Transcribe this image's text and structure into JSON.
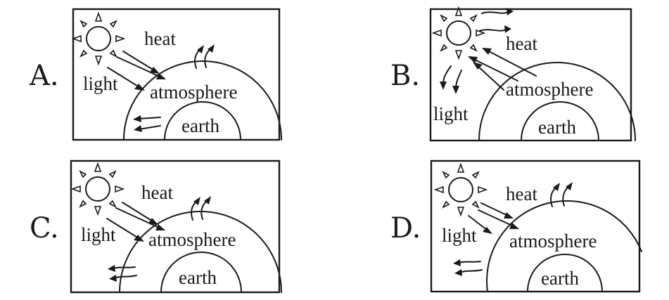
{
  "options": [
    {
      "letter": "A.",
      "labels": {
        "heat": "heat",
        "light": "light",
        "atmosphere": "atmosphere",
        "earth": "earth"
      }
    },
    {
      "letter": "B.",
      "labels": {
        "heat": "heat",
        "light": "light",
        "atmosphere": "atmosphere",
        "earth": "earth"
      }
    },
    {
      "letter": "C.",
      "labels": {
        "heat": "heat",
        "light": "light",
        "atmosphere": "atmosphere",
        "earth": "earth"
      }
    },
    {
      "letter": "D.",
      "labels": {
        "heat": "heat",
        "light": "light",
        "atmosphere": "atmosphere",
        "earth": "earth"
      }
    }
  ]
}
